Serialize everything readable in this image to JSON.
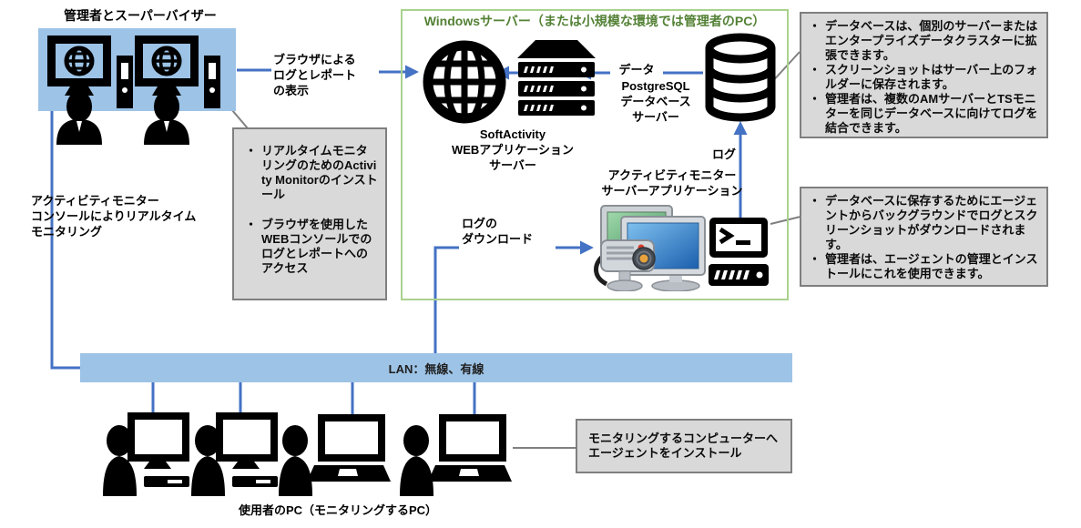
{
  "diagram": {
    "admin_title": "管理者とスーパーバイザー",
    "server_box_title": "Windowsサーバー（または小規模な環境では管理者のPC）",
    "labels": {
      "browser_view": [
        "ブラウザによる",
        "ログとレポート",
        "の表示"
      ],
      "realtime_console": [
        "アクティビティモニター",
        "コンソールによりリアルタイム",
        "モニタリング"
      ],
      "softactivity_server": [
        "SoftActivity",
        "WEBアプリケーション",
        "サーバー"
      ],
      "data": "データ",
      "postgres_server": [
        "PostgreSQL",
        "データベース",
        "サーバー"
      ],
      "log": "ログ",
      "am_server_app": [
        "アクティビティモニター",
        "サーバーアプリケーション"
      ],
      "log_download": [
        "ログの",
        "ダウンロード"
      ],
      "lan": "LAN：無線、有線",
      "users_caption": "使用者のPC（モニタリングするPC）"
    },
    "callouts": {
      "install": [
        "リアルタイムモニタリングのためのActivity Monitorのインストール",
        "ブラウザを使用したWEBコンソールでのログとレポートへのアクセス"
      ],
      "database": [
        "データベースは、個別のサーバーまたはエンタープライズデータクラスターに拡張できます。",
        "スクリーンショットはサーバー上のフォルダーに保存されます。",
        "管理者は、複数のAMサーバーとTSモニターを同じデータベースに向けてログを結合できます。"
      ],
      "agent": [
        "データベースに保存するためにエージェントからバックグラウンドでログとスクリーンショットがダウンロードされます。",
        "管理者は、エージェントの管理とインストールにこれを使用できます。"
      ],
      "agent_install": "モニタリングするコンピューターへエージェントをインストール"
    },
    "colors": {
      "line_blue": "#4472C4",
      "fill_light_blue": "#9DC3E6",
      "green_border": "#A9D18E",
      "green_text": "#538135",
      "callout_fill": "#D9D9D9",
      "callout_border": "#7F7F7F",
      "callout_line": "#808080",
      "icon_black": "#000000"
    }
  }
}
